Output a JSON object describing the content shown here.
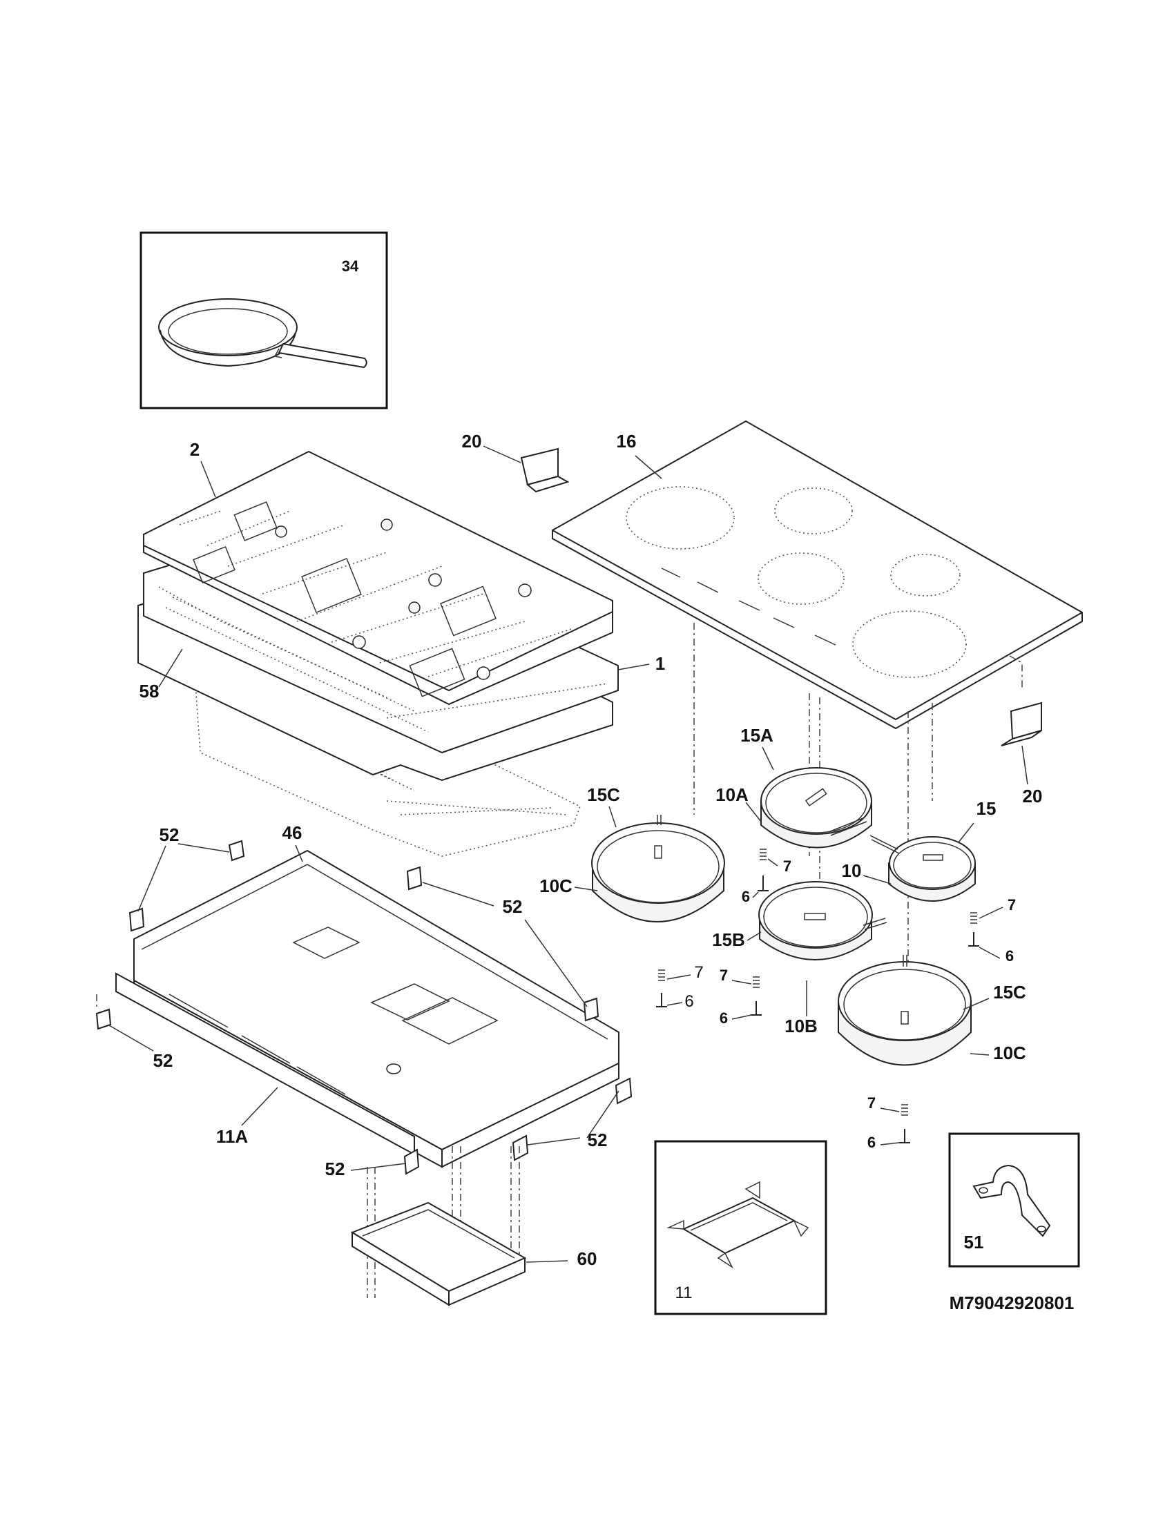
{
  "diagram_id": "M79042920801",
  "labels": {
    "pan": "34",
    "insulation_top": "2",
    "control_bracket_top": "20",
    "glass_top": "16",
    "insulation_mid": "1",
    "insulation_bottom": "58",
    "bracket_right": "20",
    "element_15a": "15A",
    "element_10a": "10A",
    "element_15c_left": "15C",
    "element_15": "15",
    "element_10": "10",
    "element_10c_left": "10C",
    "spring_7_a": "7",
    "screw_6_a": "6",
    "spring_7_b": "7",
    "screw_6_b": "6",
    "element_15b": "15B",
    "spring_7_c": "7",
    "screw_6_c": "6",
    "spring_7_d": "7",
    "screw_6_d": "6",
    "element_10b": "10B",
    "element_15c_right": "15C",
    "element_10c_right": "10C",
    "spring_7_e": "7",
    "screw_6_e": "6",
    "box_46": "46",
    "clip_52_tl": "52",
    "clip_52_tm": "52",
    "clip_52_l": "52",
    "clip_52_br": "52",
    "clip_52_bm": "52",
    "front_panel": "11A",
    "tray": "60",
    "bracket_11": "11",
    "clamp_51": "51"
  }
}
